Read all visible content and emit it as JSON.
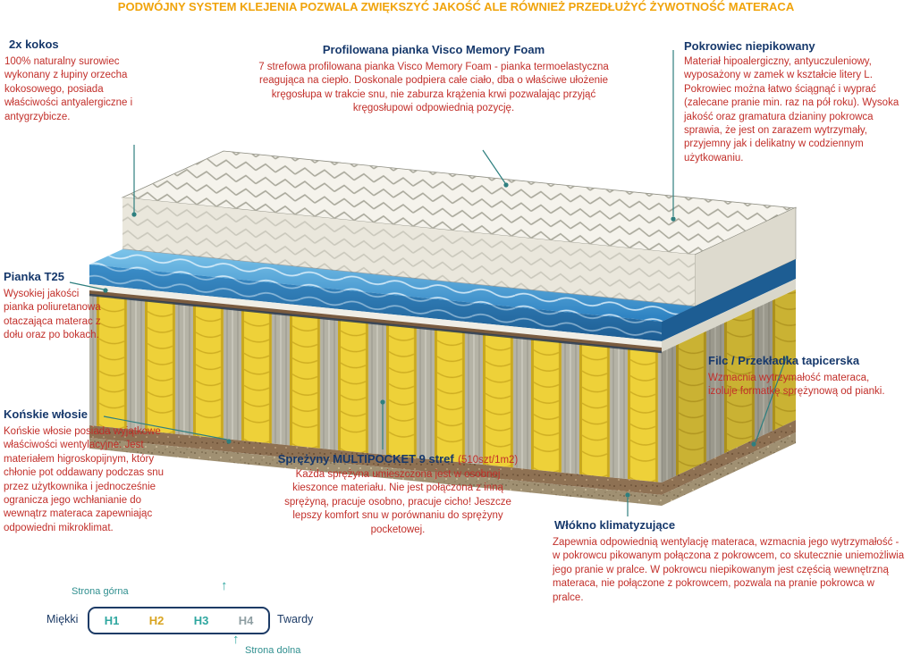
{
  "banner": {
    "text": "PODWÓJNY SYSTEM KLEJENIA POZWALA ZWIĘKSZYĆ JAKOŚĆ ALE RÓWNIEŻ PRZEDŁUŻYĆ ŻYWOTNOŚĆ MATERACA"
  },
  "annotations": {
    "kokos": {
      "title": "2x kokos",
      "body": "100% naturalny surowiec wykonany z łupiny orzecha kokosowego, posiada właściwości antyalergiczne i antygrzybicze."
    },
    "visco": {
      "title": "Profilowana pianka Visco Memory Foam",
      "body": "7 strefowa profilowana pianka Visco Memory Foam - pianka termoelastyczna reagująca na ciepło. Doskonale podpiera całe ciało, dba o właściwe ułożenie kręgosłupa w trakcie snu, nie zaburza krążenia krwi pozwalając przyjąć kręgosłupowi odpowiednią pozycję."
    },
    "pokrowiec": {
      "title": "Pokrowiec niepikowany",
      "body": "Materiał hipoalergiczny, antyuczuleniowy, wyposażony w zamek w kształcie litery L. Pokrowiec można łatwo ściągnąć i wyprać (zalecane pranie min. raz na pół roku). Wysoka jakość oraz gramatura dzianiny pokrowca sprawia, że jest on zarazem wytrzymały, przyjemny jak i delikatny w codziennym użytkowaniu."
    },
    "pianka_t25": {
      "title": "Pianka T25",
      "body": "Wysokiej jakości pianka poliuretanowa otaczająca materac z dołu oraz po bokach."
    },
    "konskie_wlosie": {
      "title": "Końskie włosie",
      "body": "Końskie włosie posiada wyjątkowe właściwości wentylacyjne. Jest materiałem higroskopijnym, który chłonie pot oddawany podczas snu przez użytkownika i jednocześnie ogranicza jego wchłanianie do wewnątrz materaca zapewniając odpowiedni mikroklimat."
    },
    "sprezyny": {
      "title": "Sprężyny MULTIPOCKET 9 stref",
      "suffix": "(510szt/1m2)",
      "body": "Każda sprężyna umieszczona jest w osobnej kieszonce materiału. Nie jest połączona z inną sprężyną, pracuje osobno, pracuje cicho! Jeszcze lepszy komfort snu w porównaniu do sprężyny pocketowej."
    },
    "filc": {
      "title": "Filc / Przekładka tapicerska",
      "body": "Wzmacnia wytrzymałość materaca, izoluje formatkę sprężynową od pianki."
    },
    "wlokno": {
      "title": "Włókno klimatyzujące",
      "body": "Zapewnia odpowiednią wentylację materaca, wzmacnia jego wytrzymałość - w pokrowcu pikowanym połączona z pokrowcem, co skutecznie uniemożliwia jego pranie w pralce. W pokrowcu niepikowanym jest częścią wewnętrzną materaca, nie połączone z pokrowcem, pozwala na pranie pokrowca w pralce."
    }
  },
  "scale": {
    "top_label": "Strona górna",
    "bottom_label": "Strona dolna",
    "soft_label": "Miękki",
    "hard_label": "Twardy",
    "levels": [
      {
        "label": "H1",
        "color": "#2fa7a0"
      },
      {
        "label": "H2",
        "color": "#d9a421"
      },
      {
        "label": "H3",
        "color": "#2fa7a0"
      },
      {
        "label": "H4",
        "color": "#8f9fa3"
      }
    ]
  },
  "colors": {
    "banner": "#f0a30a",
    "heading": "#16386b",
    "body_text": "#c22f2a",
    "leader": "#2e7f7f",
    "scale_label": "#2f8f8f",
    "arrow": "#2fa7a0",
    "scale_text": "#1d3b66",
    "spring_yellow": "#eed139",
    "visco_blue": "#2a7fc0",
    "felt_brown": "#8e7153"
  }
}
